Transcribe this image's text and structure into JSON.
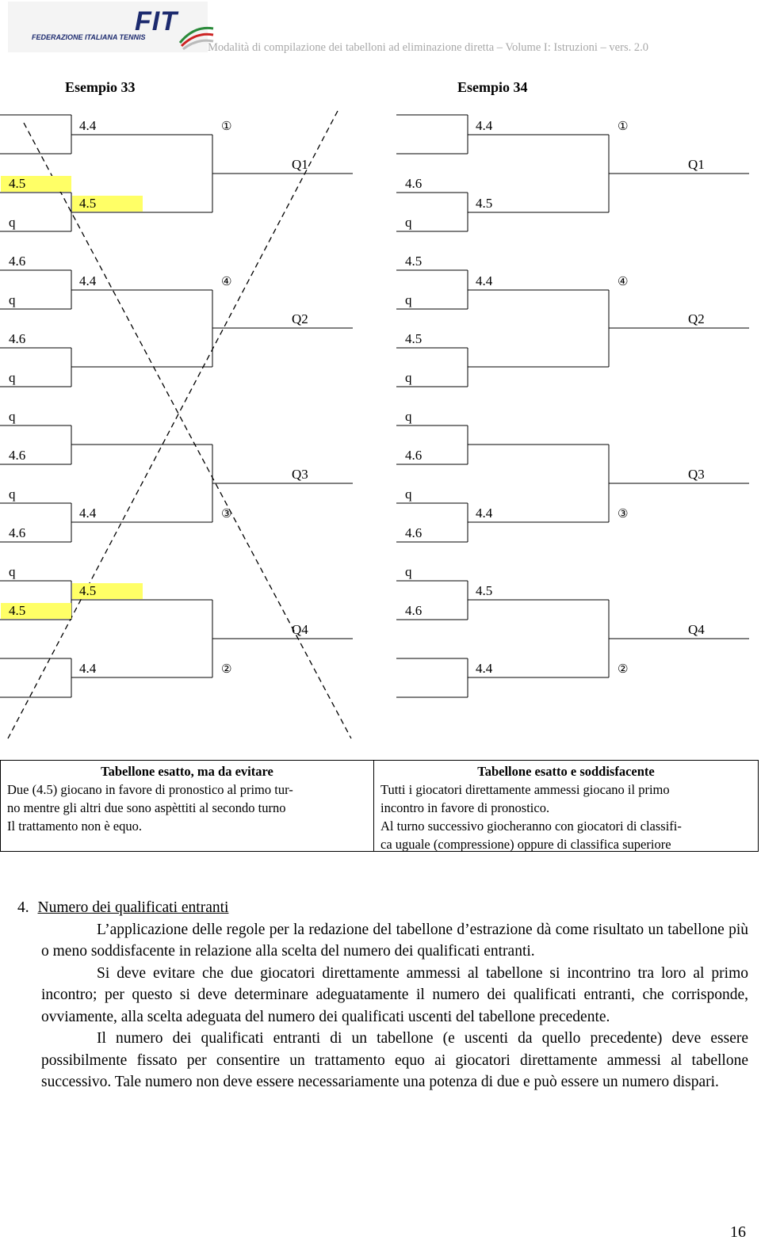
{
  "header": {
    "logo_text": "FIT",
    "logo_subtitle": "FEDERAZIONE ITALIANA TENNIS",
    "running_title": "Modalità di compilazione dei tabelloni ad eliminazione diretta – Volume I: Istruzioni – vers. 2.0"
  },
  "examples": {
    "left_title": "Esempio 33",
    "right_title": "Esempio 34"
  },
  "colors": {
    "highlight": "#ffff66",
    "header_gray": "#a8a8a8",
    "logo_blue": "#1c2a6e"
  },
  "left_bracket": {
    "first_round_labels": [
      {
        "text": "4.5",
        "highlight": true
      },
      {
        "text": "q",
        "highlight": false
      },
      {
        "text": "4.6",
        "highlight": false
      },
      {
        "text": "q",
        "highlight": false
      },
      {
        "text": "4.6",
        "highlight": false
      },
      {
        "text": "q",
        "highlight": false
      },
      {
        "text": "q",
        "highlight": false
      },
      {
        "text": "4.6",
        "highlight": false
      },
      {
        "text": "q",
        "highlight": false
      },
      {
        "text": "4.6",
        "highlight": false
      },
      {
        "text": "q",
        "highlight": false
      },
      {
        "text": "4.5",
        "highlight": true
      }
    ],
    "second_round_labels": [
      {
        "text": "4.4",
        "highlight": false
      },
      {
        "text": "4.5",
        "highlight": true
      },
      {
        "text": "4.4",
        "highlight": false
      },
      {
        "text": "4.4",
        "highlight": false
      },
      {
        "text": "4.5",
        "highlight": true
      },
      {
        "text": "4.4",
        "highlight": false
      }
    ],
    "seeds": [
      "①",
      "④",
      "③",
      "②"
    ],
    "qualifiers": [
      "Q1",
      "Q2",
      "Q3",
      "Q4"
    ]
  },
  "right_bracket": {
    "first_round_labels": [
      {
        "text": "4.6",
        "highlight": false
      },
      {
        "text": "q",
        "highlight": false
      },
      {
        "text": "4.5",
        "highlight": false
      },
      {
        "text": "q",
        "highlight": false
      },
      {
        "text": "4.5",
        "highlight": false
      },
      {
        "text": "q",
        "highlight": false
      },
      {
        "text": "q",
        "highlight": false
      },
      {
        "text": "4.6",
        "highlight": false
      },
      {
        "text": "q",
        "highlight": false
      },
      {
        "text": "4.6",
        "highlight": false
      },
      {
        "text": "q",
        "highlight": false
      },
      {
        "text": "4.6",
        "highlight": false
      }
    ],
    "second_round_labels": [
      {
        "text": "4.4",
        "highlight": false
      },
      {
        "text": "4.5",
        "highlight": false
      },
      {
        "text": "4.4",
        "highlight": false
      },
      {
        "text": "4.4",
        "highlight": false
      },
      {
        "text": "4.5",
        "highlight": false
      },
      {
        "text": "4.4",
        "highlight": false
      }
    ],
    "seeds": [
      "①",
      "④",
      "③",
      "②"
    ],
    "qualifiers": [
      "Q1",
      "Q2",
      "Q3",
      "Q4"
    ]
  },
  "captions": {
    "left": {
      "title": "Tabellone esatto, ma da evitare",
      "lines": [
        "Due (4.5) giocano in favore di pronostico al primo tur-",
        "no mentre gli altri due sono aspèttiti al secondo turno",
        "Il trattamento non è equo."
      ]
    },
    "right": {
      "title": "Tabellone esatto e soddisfacente",
      "lines": [
        "Tutti i giocatori direttamente ammessi giocano il primo",
        "incontro in favore di pronostico.",
        "Al turno successivo giocheranno con giocatori di classifi-",
        "ca uguale (compressione) oppure di classifica superiore"
      ]
    }
  },
  "section": {
    "number": "4.",
    "heading": "Numero dei qualificati entranti",
    "paragraphs": [
      "L’applicazione delle regole per la redazione del tabellone d’estrazione dà come risultato un tabellone più o meno soddisfacente in relazione alla scelta del numero dei qualificati entranti.",
      "Si deve evitare che due giocatori direttamente ammessi al tabellone si incontrino tra loro al primo incontro; per questo si deve determinare adeguatamente il numero dei qualificati entranti, che corrisponde, ovviamente, alla scelta adeguata del numero dei qualificati uscenti del tabellone precedente.",
      "Il numero dei qualificati entranti di un tabellone (e uscenti da quello precedente) deve essere possibilmente fissato per consentire un trattamento equo ai giocatori direttamente ammessi al tabellone successivo. Tale numero non deve essere necessariamente una potenza di due e può essere un numero dispari."
    ]
  },
  "page_number": "16"
}
